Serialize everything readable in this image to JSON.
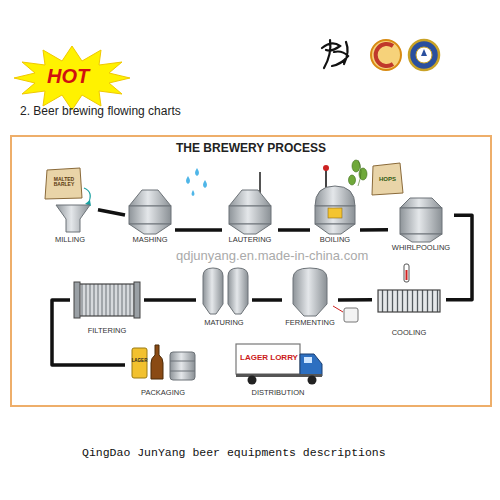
{
  "diagram": {
    "title": "2. Beer brewing flowing charts",
    "caption": "QingDao JunYang beer equipments descriptions",
    "nodes": [
      {
        "text": [
          "THE BREWERY PROCESS"
        ]
      },
      {
        "text": [
          "MILLING"
        ],
        "in": 0
      },
      {
        "text": [
          "MASHING"
        ],
        "in": 0
      },
      {
        "text": [
          "LAUTERING"
        ],
        "in": 0
      },
      {
        "text": [
          "BOILING"
        ],
        "in": 0
      },
      {
        "text": [
          "WHIRLPOOLING"
        ],
        "in": 0
      },
      {
        "text": [
          "COOLING"
        ],
        "in": 0
      },
      {
        "text": [
          "FERMENTING"
        ],
        "in": 0
      },
      {
        "text": [
          "MATURING"
        ],
        "in": 0
      },
      {
        "text": [
          "FILTERING"
        ],
        "in": 0
      },
      {
        "text": [
          "PACKAGING"
        ],
        "in": 0
      },
      {
        "text": [
          "DISTRIBUTION"
        ],
        "in": 0
      }
    ],
    "edges": [
      {
        "from": 1,
        "to": 2,
        "arrow": "none"
      },
      {
        "from": 2,
        "to": 3,
        "arrow": "none"
      },
      {
        "from": 3,
        "to": 4,
        "arrow": "none"
      },
      {
        "from": 4,
        "to": 5,
        "arrow": "none"
      },
      {
        "from": 5,
        "to": 6,
        "arrow": "none"
      },
      {
        "from": 6,
        "to": 7,
        "arrow": "none"
      },
      {
        "from": 7,
        "to": 8,
        "arrow": "none"
      },
      {
        "from": 8,
        "to": 9,
        "arrow": "none"
      },
      {
        "from": 9,
        "to": 10,
        "arrow": "none"
      }
    ],
    "labels": [
      "HOT",
      "qdjunyang.en.made-in-china.com",
      "MALTED BARLEY",
      "HOPS",
      "LAGER",
      "LAGER LORRY"
    ]
  }
}
